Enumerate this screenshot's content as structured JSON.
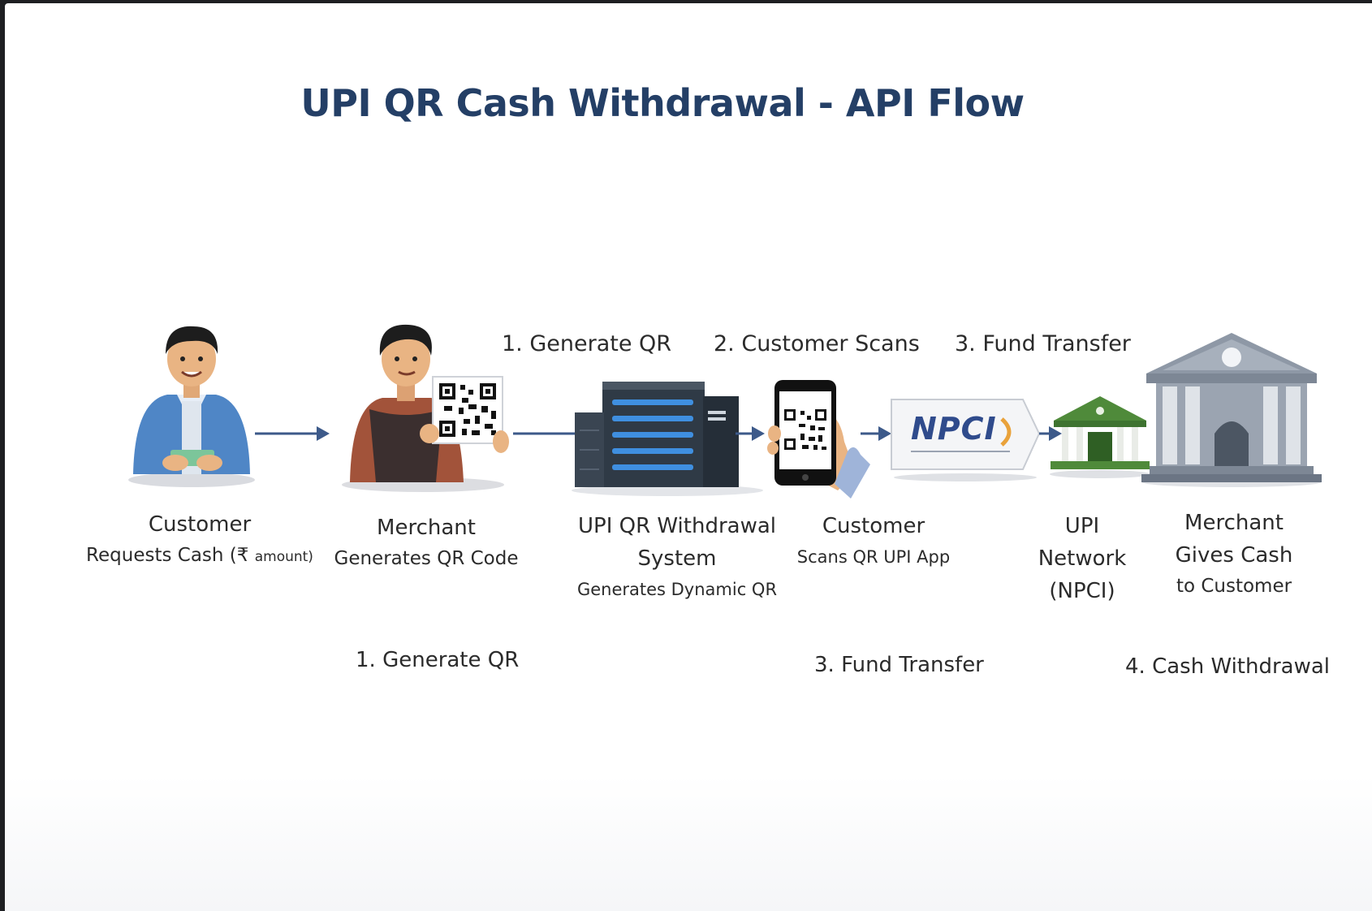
{
  "title": "UPI QR Cash Withdrawal - API Flow",
  "top_steps": [
    "1. Generate QR",
    "2. Customer Scans",
    "3. Fund Transfer"
  ],
  "nodes": {
    "customer": {
      "line1": "Customer",
      "line2": "Requests Cash (₹",
      "line2_small": "amount)",
      "line2_end": ""
    },
    "merchant": {
      "line1": "Merchant",
      "line2": "Generates QR Code"
    },
    "system": {
      "line1": "UPI QR Withdrawal",
      "line1b": "System",
      "line2": "Generates Dynamic QR"
    },
    "scanner": {
      "line1": "Customer",
      "line2": "Scans QR UPI App"
    },
    "npci_logo": "NPCI",
    "network": {
      "line1": "UPI",
      "line2": "Network",
      "line3": "(NPCI)"
    },
    "bank": {
      "line1": "Merchant",
      "line2": "Gives Cash",
      "line3": "to Customer"
    }
  },
  "bottom_steps": [
    "1. Generate QR",
    "3. Fund Transfer",
    "4. Cash Withdrawal"
  ],
  "colors": {
    "title": "#243f66",
    "arrow": "#3d5a8a",
    "shirt_blue": "#4f86c6",
    "apron": "#3b2f2f",
    "server": "#2f3a46",
    "server_lights": "#3f8fe0",
    "npci_blue": "#2f4b8c",
    "npci_orange": "#e9a23b",
    "network_green": "#4f8a3a",
    "bank_grey": "#8e98a6"
  }
}
